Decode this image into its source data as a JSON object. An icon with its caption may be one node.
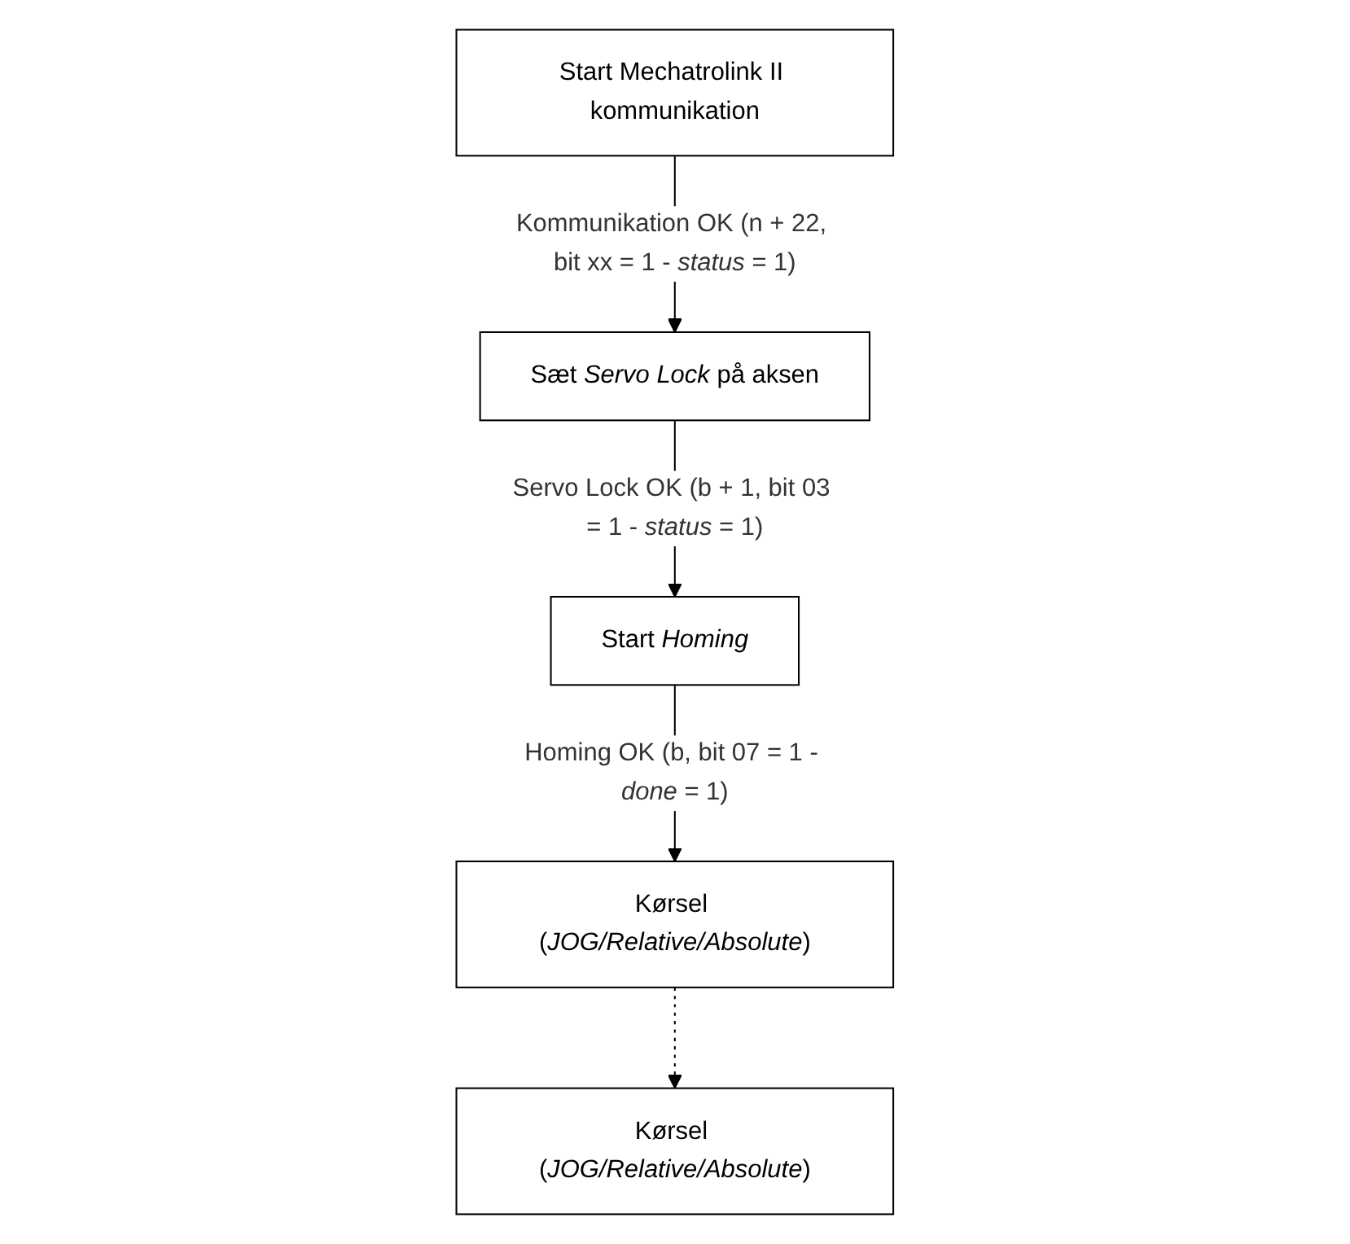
{
  "diagram": {
    "nodes": [
      {
        "text": [
          "Start Mechatrolink II kommunikation"
        ]
      },
      {
        "text": [
          "Sæt *Servo Lock* på aksen"
        ]
      },
      {
        "text": [
          "Start *Homing*"
        ]
      },
      {
        "text": [
          "Kørsel (*JOG/Relative/Absolute*)"
        ]
      },
      {
        "text": [
          "Kørsel (*JOG/Relative/Absolute*)"
        ]
      }
    ],
    "edges": [
      {
        "from": 0,
        "to": 1,
        "arrow": "to",
        "label": "Kommunikation OK (n + 22, bit xx = 1 - *status* = 1)"
      },
      {
        "from": 1,
        "to": 2,
        "arrow": "to",
        "label": "Servo Lock OK (b + 1, bit 03 = 1 - *status* = 1)"
      },
      {
        "from": 2,
        "to": 3,
        "arrow": "to",
        "label": "Homing OK (b, bit 07 = 1 - *done* = 1)"
      },
      {
        "from": 3,
        "to": 4,
        "arrow": "to",
        "style": "dashed"
      }
    ]
  }
}
